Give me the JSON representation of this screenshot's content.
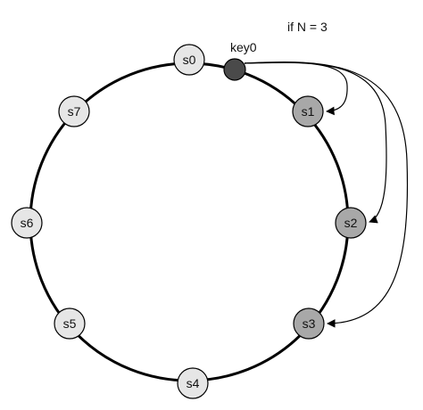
{
  "caption": "if N = 3",
  "key_label": "key0",
  "colors": {
    "ring": "#000000",
    "server_light": "#e6e6e6",
    "server_replica": "#a8a8a8",
    "key": "#4a4a4a",
    "arrow": "#000000"
  },
  "servers": [
    {
      "id": "s0",
      "label": "s0",
      "replica": false
    },
    {
      "id": "s1",
      "label": "s1",
      "replica": true
    },
    {
      "id": "s2",
      "label": "s2",
      "replica": true
    },
    {
      "id": "s3",
      "label": "s3",
      "replica": true
    },
    {
      "id": "s4",
      "label": "s4",
      "replica": false
    },
    {
      "id": "s5",
      "label": "s5",
      "replica": false
    },
    {
      "id": "s6",
      "label": "s6",
      "replica": false
    },
    {
      "id": "s7",
      "label": "s7",
      "replica": false
    }
  ],
  "replication_targets": [
    "s1",
    "s2",
    "s3"
  ]
}
